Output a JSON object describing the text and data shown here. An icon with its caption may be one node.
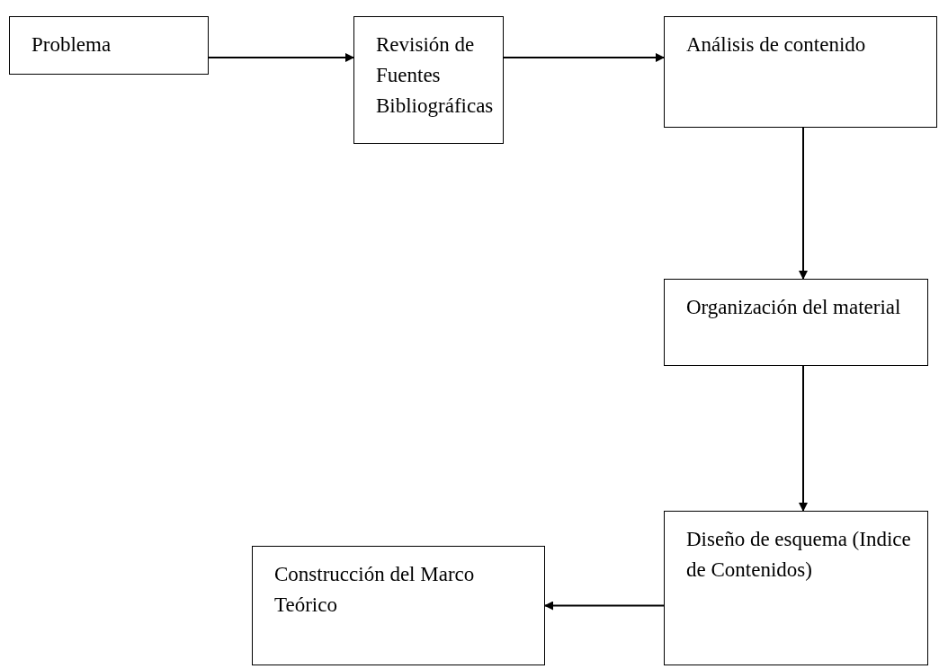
{
  "diagram": {
    "nodes": [
      {
        "text": [
          "Problema"
        ]
      },
      {
        "text": [
          "Revisión de Fuentes Bibliográficas"
        ]
      },
      {
        "text": [
          "Análisis de contenido"
        ]
      },
      {
        "text": [
          "Organización del material"
        ]
      },
      {
        "text": [
          "Diseño de esquema (Indice de Contenidos)"
        ]
      },
      {
        "text": [
          "Construcción del Marco Teórico"
        ]
      }
    ],
    "edges": [
      {
        "from": 0,
        "to": 1,
        "arrow": "to"
      },
      {
        "from": 1,
        "to": 2,
        "arrow": "to"
      },
      {
        "from": 2,
        "to": 3,
        "arrow": "to"
      },
      {
        "from": 3,
        "to": 4,
        "arrow": "to"
      },
      {
        "from": 4,
        "to": 5,
        "arrow": "to"
      }
    ]
  }
}
